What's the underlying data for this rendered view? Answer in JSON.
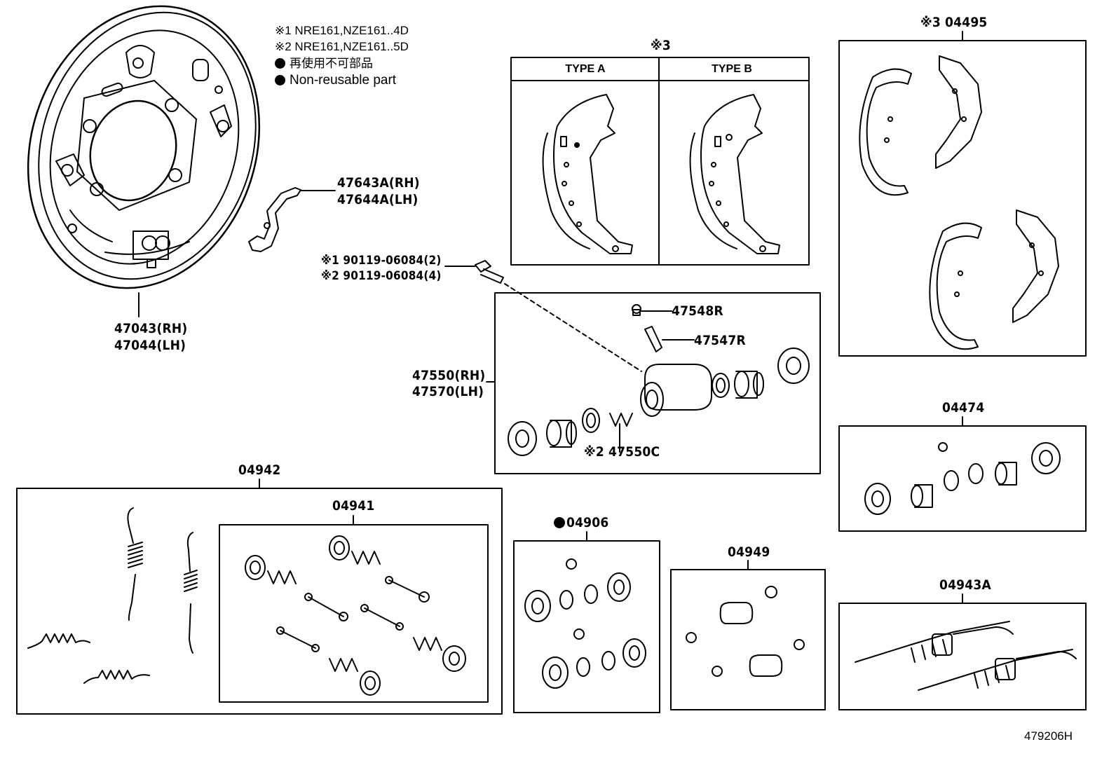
{
  "notes": {
    "n1": "※1 NRE161,NZE161..4D",
    "n2": "※2 NRE161,NZE161..5D",
    "n3": "再使用不可部品",
    "n4": "Non-reusable part"
  },
  "labels": {
    "backing_plate_rh": "47043(RH)",
    "backing_plate_lh": "47044(LH)",
    "lever_rh": "47643A(RH)",
    "lever_lh": "47644A(LH)",
    "bolt_1": "※1 90119-06084(2)",
    "bolt_2": "※2 90119-06084(4)",
    "bleeder_cap": "47548R",
    "bleeder_plug": "47547R",
    "cylinder_rh": "47550(RH)",
    "cylinder_lh": "47570(LH)",
    "spring_c": "※2 47550C",
    "shoe_header": "※3",
    "type_a": "TYPE A",
    "type_b": "TYPE B",
    "shoe_set": "※3 04495",
    "cyl_kit": "04474",
    "spring_set": "04942",
    "hold_down_kit": "04941",
    "cup_kit": "04906",
    "boot_kit": "04949",
    "adjuster_kit": "04943A",
    "diagram_id": "479206H"
  }
}
